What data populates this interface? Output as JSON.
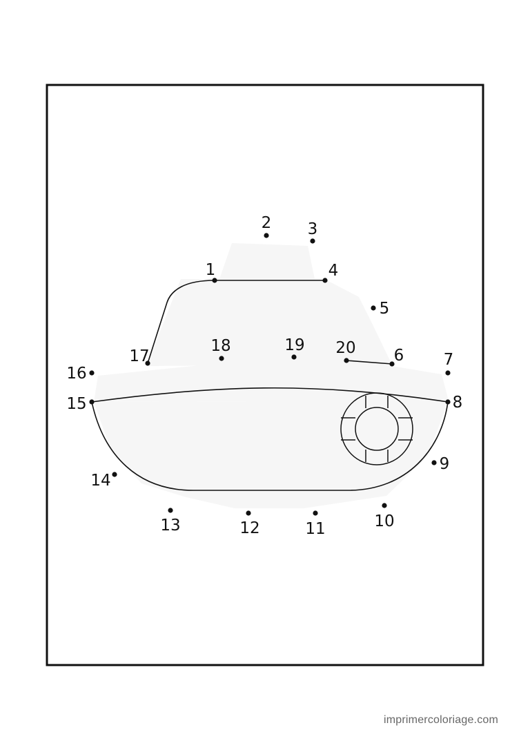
{
  "points": [
    {
      "id": "p1",
      "label": "1"
    },
    {
      "id": "p2",
      "label": "2"
    },
    {
      "id": "p3",
      "label": "3"
    },
    {
      "id": "p4",
      "label": "4"
    },
    {
      "id": "p5",
      "label": "5"
    },
    {
      "id": "p6",
      "label": "6"
    },
    {
      "id": "p7",
      "label": "7"
    },
    {
      "id": "p8",
      "label": "8"
    },
    {
      "id": "p9",
      "label": "9"
    },
    {
      "id": "p10",
      "label": "10"
    },
    {
      "id": "p11",
      "label": "11"
    },
    {
      "id": "p12",
      "label": "12"
    },
    {
      "id": "p13",
      "label": "13"
    },
    {
      "id": "p14",
      "label": "14"
    },
    {
      "id": "p15",
      "label": "15"
    },
    {
      "id": "p16",
      "label": "16"
    },
    {
      "id": "p17",
      "label": "17"
    },
    {
      "id": "p18",
      "label": "18"
    },
    {
      "id": "p19",
      "label": "19"
    },
    {
      "id": "p20",
      "label": "20"
    }
  ],
  "credit": "imprimercoloriage.com",
  "colors": {
    "ink": "#111111",
    "silhouette": "#f6f6f6",
    "credit": "#666666"
  }
}
